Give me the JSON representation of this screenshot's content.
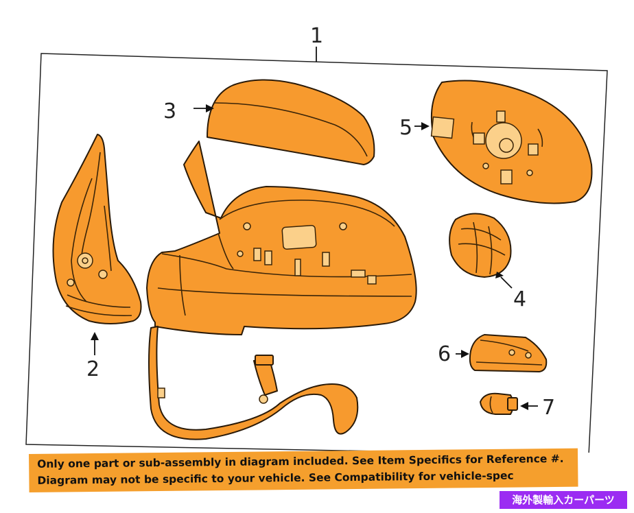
{
  "diagram": {
    "callouts": [
      "1",
      "2",
      "3",
      "4",
      "5",
      "6",
      "7"
    ],
    "colors": {
      "part_fill": "#f79a2e",
      "outline": "#2a1a08",
      "banner": "#f59f2d",
      "badge": "#9b2cf2"
    }
  },
  "notice": {
    "line1": "Only one part or sub-assembly in diagram included. See Item Specifics for Reference #.",
    "line2": "Diagram may not be specific to your vehicle. See Compatibility for vehicle-spec"
  },
  "badge": {
    "text": "海外製輸入カーパーツ"
  }
}
